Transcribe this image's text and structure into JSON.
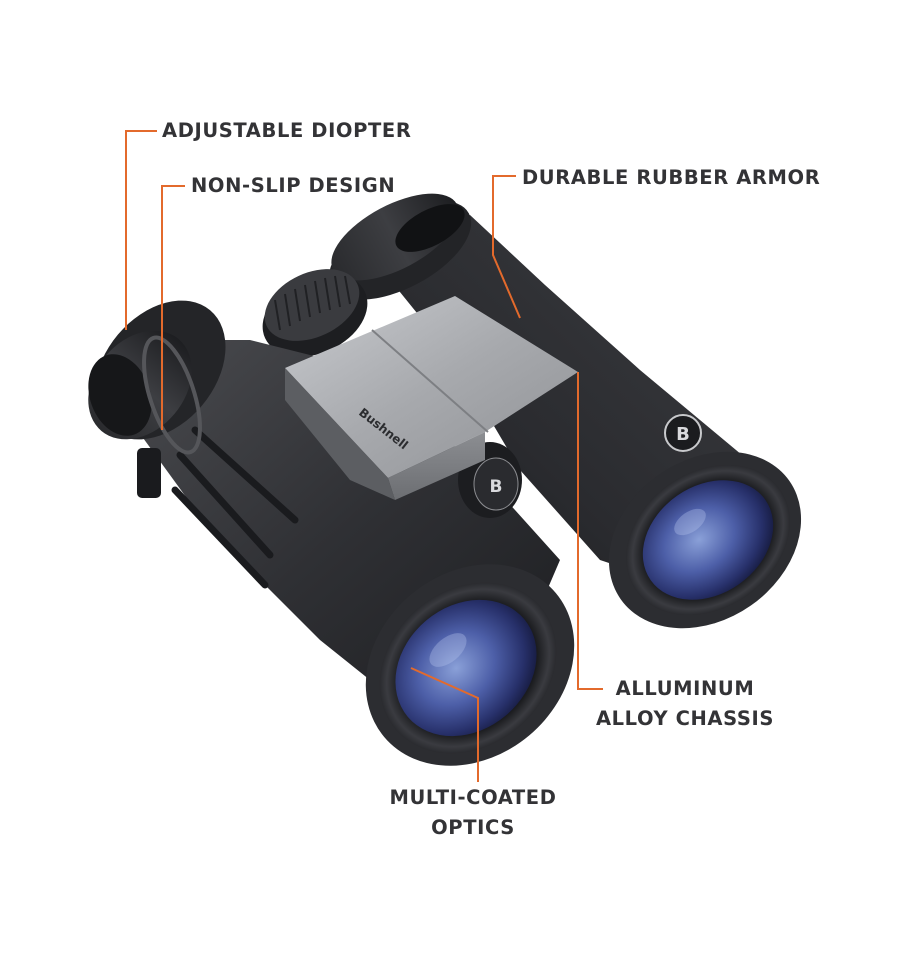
{
  "accent_color": "#e36a2c",
  "brand": {
    "logo_text": "Bushnell",
    "emblem_letter": "B"
  },
  "callouts": {
    "diopter": "ADJUSTABLE DIOPTER",
    "nonslip": "NON-SLIP DESIGN",
    "armor": "DURABLE RUBBER ARMOR",
    "chassis_line1": "ALLUMINUM",
    "chassis_line2": "ALLOY CHASSIS",
    "optics_line1": "MULTI-COATED",
    "optics_line2": "OPTICS"
  }
}
